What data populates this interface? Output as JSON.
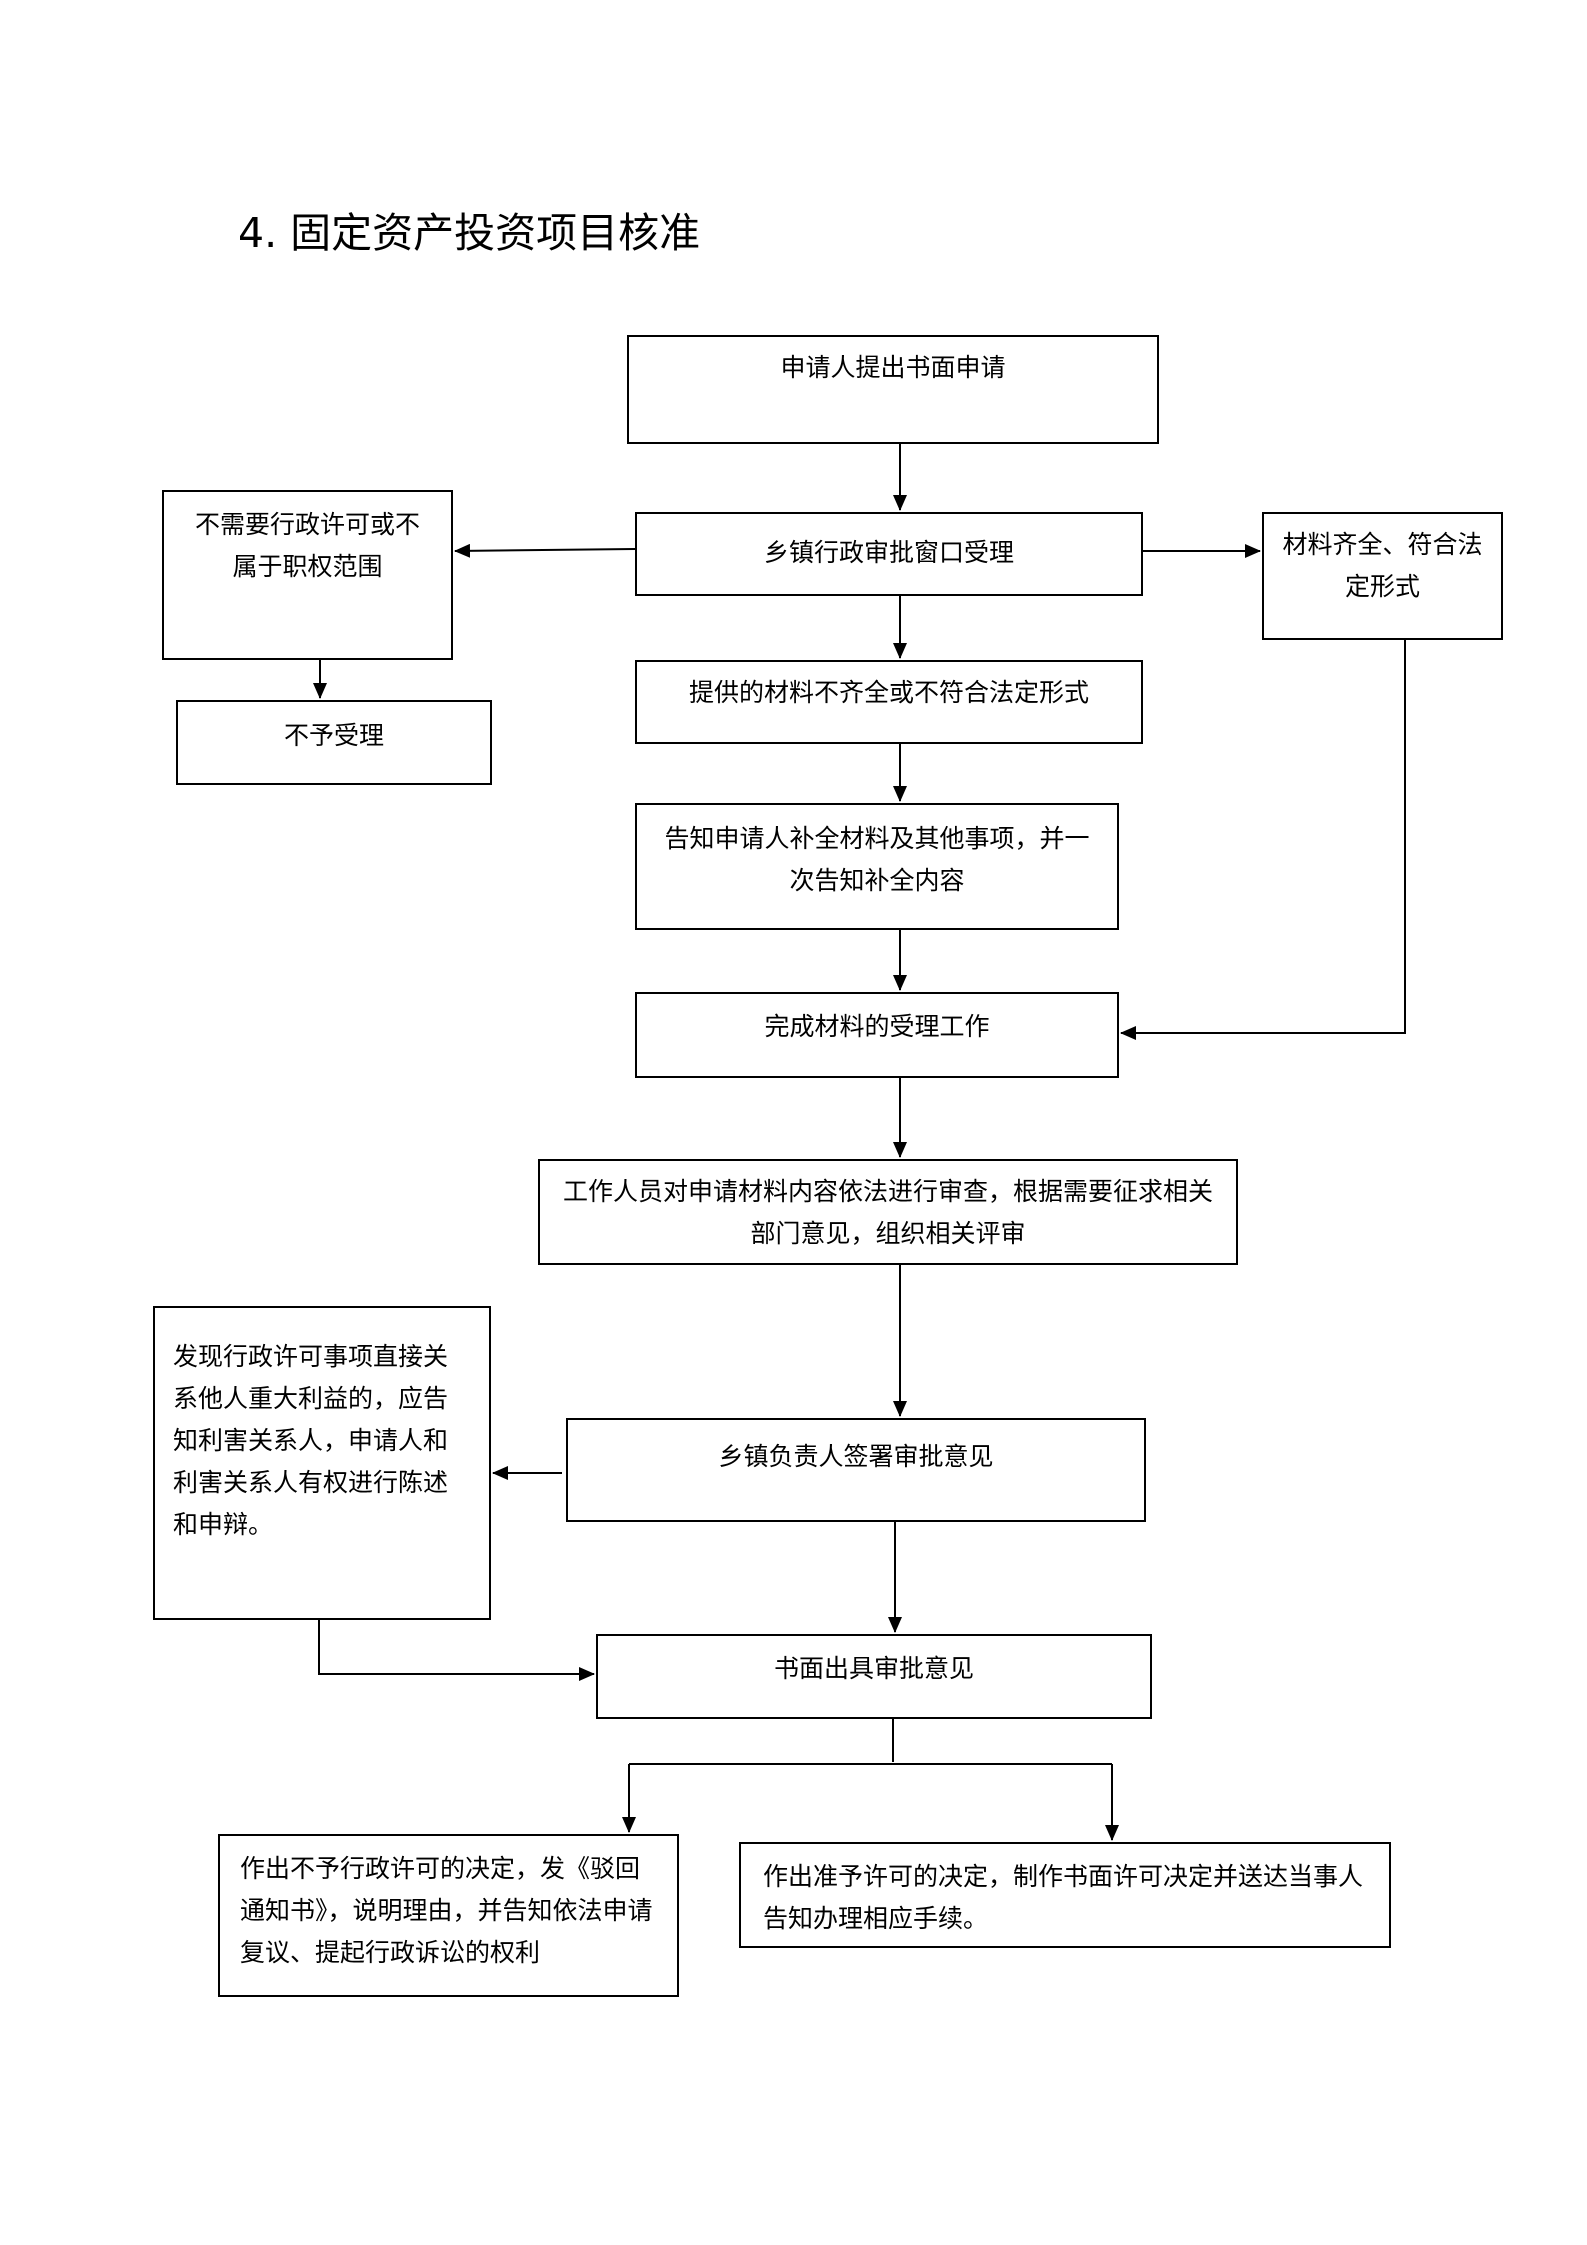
{
  "title": "4. 固定资产投资项目核准",
  "nodes": {
    "apply": "申请人提出书面申请",
    "window": "乡镇行政审批窗口受理",
    "no_need": "不需要行政许可或不属于职权范围",
    "reject": "不予受理",
    "complete_ok": "材料齐全、符合法定形式",
    "incomplete": "提供的材料不齐全或不符合法定形式",
    "notify": "告知申请人补全材料及其他事项，并一次告知补全内容",
    "accept_done": "完成材料的受理工作",
    "review": "工作人员对申请材料内容依法进行审查，根据需要征求相关部门意见，组织相关评审",
    "hearing": "发现行政许可事项直接关系他人重大利益的，应告知利害关系人，申请人和利害关系人有权进行陈述和申辩。",
    "sign": "乡镇负责人签署审批意见",
    "written": "书面出具审批意见",
    "deny_decision": "作出不予行政许可的决定，发《驳回通知书》，说明理由，并告知依法申请复议、提起行政诉讼的权利",
    "grant_decision": "作出准予许可的决定，制作书面许可决定并送达当事人告知办理相应手续。"
  }
}
